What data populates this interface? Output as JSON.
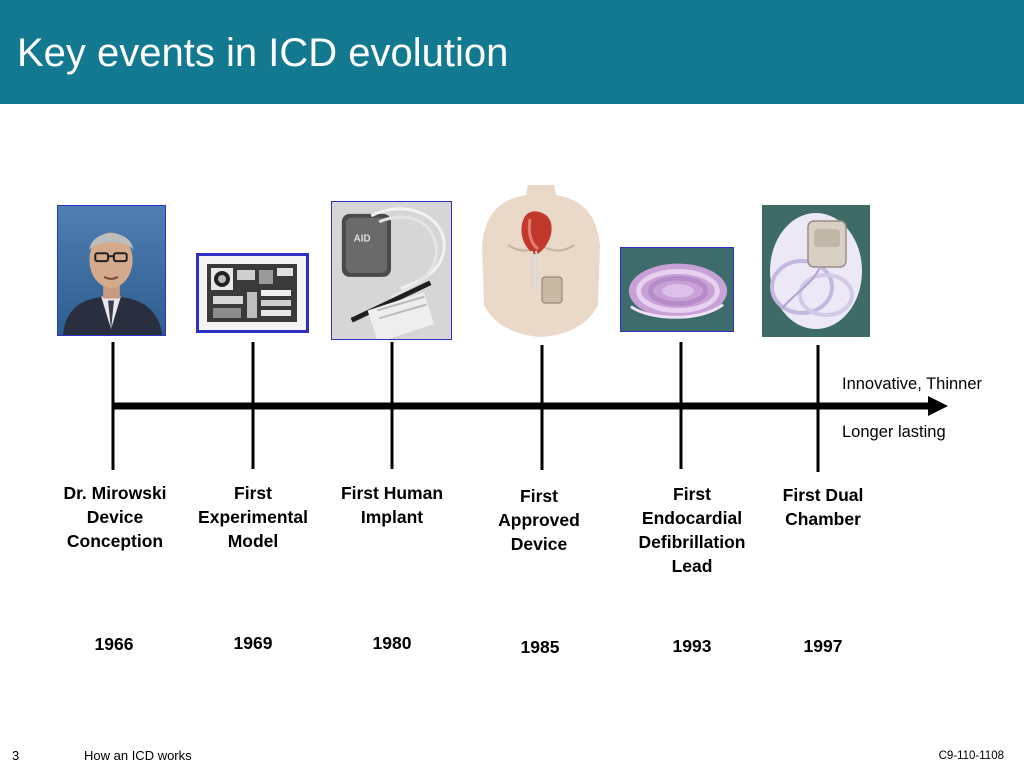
{
  "slide": {
    "title": "Key events in ICD evolution",
    "number": "3",
    "footer_title": "How an ICD works",
    "footer_code": "C9-110-1108"
  },
  "timeline": {
    "events": [
      {
        "label": "Dr. Mirowski Device Conception",
        "year": "1966",
        "image": "portrait-photo"
      },
      {
        "label": "First Experimental Model",
        "year": "1969",
        "image": "circuit-board-photo"
      },
      {
        "label": "First Human Implant",
        "year": "1980",
        "image": "device-with-leads-photo"
      },
      {
        "label": "First Approved Device",
        "year": "1985",
        "image": "torso-implant-illustration"
      },
      {
        "label": "First Endocardial Defibrillation Lead",
        "year": "1993",
        "image": "coiled-lead-photo"
      },
      {
        "label": "First Dual Chamber",
        "year": "1997",
        "image": "dual-chamber-device-photo"
      }
    ],
    "arrow_notes": {
      "top": "Innovative, Thinner",
      "bottom": "Longer lasting"
    },
    "colors": {
      "header": "#137990",
      "image_border": "#2f2fc8",
      "axis": "#000000"
    }
  }
}
